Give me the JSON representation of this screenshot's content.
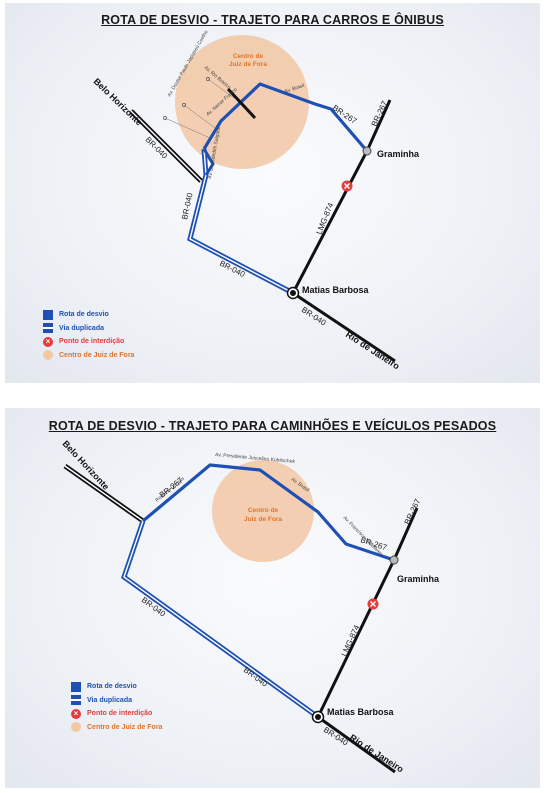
{
  "map_1": {
    "title": "ROTA DE DESVIO - TRAJETO PARA CARROS E ÔNIBUS",
    "roads": {
      "br040": "BR-040",
      "br267": "BR-267",
      "lmg874": "LMG-874"
    },
    "streets": {
      "rio_branco": "Av. Rio Branco",
      "itamar": "Av. Itamar Franco",
      "doutor_paulo": "Av. Doutor Paulo Japiassú Coelho",
      "deusdedith": "Av. Deusdedith Salgado",
      "brasil": "Av. Brasil"
    },
    "places": {
      "belo_horizonte": "Belo Horizonte",
      "graminha": "Graminha",
      "matias_barbosa": "Matias Barbosa",
      "rio_de_janeiro": "Rio de Janeiro",
      "centro_1": "Centro de",
      "centro_2": "Juiz de Fora"
    }
  },
  "map_2": {
    "title": "ROTA DE DESVIO - TRAJETO PARA CAMINHÕES E VEÍCULOS PESADOS",
    "roads": {
      "br040": "BR-040",
      "br267": "BR-267",
      "lmg874": "LMG-874"
    },
    "streets": {
      "juscelino": "Av. Presidente Juscelino Kubitschek",
      "brasil": "Av. Brasil",
      "francisco": "Av. Francisco Valadares",
      "dorgas": "Rodovia Dorgas"
    },
    "places": {
      "belo_horizonte": "Belo Horizonte",
      "graminha": "Graminha",
      "matias_barbosa": "Matias Barbosa",
      "rio_de_janeiro": "Rio de Janeiro",
      "centro_1": "Centro de",
      "centro_2": "Juiz de Fora"
    }
  },
  "legend": {
    "rota": "Rota de desvio",
    "duplicada": "Via duplicada",
    "interdicao": "Ponto de interdição",
    "centro": "Centro de Juiz de Fora"
  },
  "colors": {
    "route": "#1e50b4",
    "road": "#111111",
    "closure": "#e53b3b",
    "center": "#f2c7a4",
    "center_text": "#e0742a"
  }
}
